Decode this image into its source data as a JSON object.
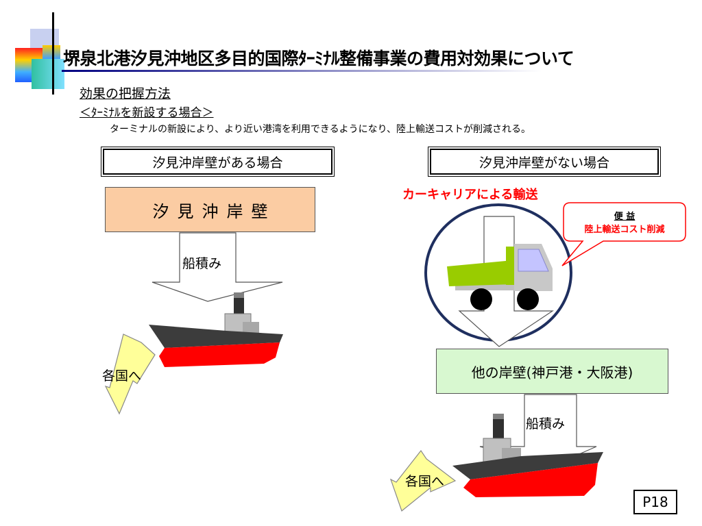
{
  "title": "堺泉北港汐見沖地区多目的国際ﾀｰﾐﾅﾙ整備事業の費用対効果について",
  "section_heading": "効果の把握方法",
  "case_heading": "＜ﾀｰﾐﾅﾙを新設する場合＞",
  "description": "ターミナルの新設により、より近い港湾を利用できるようになり、陸上輸送コストが削減される。",
  "left": {
    "heading": "汐見沖岸壁がある場合",
    "berth_label": "汐見沖岸壁",
    "loading_label": "船積み",
    "destination_label": "各国へ"
  },
  "right": {
    "heading": "汐見沖岸壁がない場合",
    "transport_label": "カーキャリアによる輸送",
    "benefit_title": "便 益",
    "benefit_text": "陸上輸送コスト削減",
    "other_berth_label": "他の岸壁(神戸港・大阪港)",
    "loading_label": "船積み",
    "destination_label": "各国へ"
  },
  "page_number": "P18",
  "colors": {
    "berth_fill": "#fbcca3",
    "other_berth_fill": "#d8f8d0",
    "destination_arrow": "#ffff99",
    "ship_hull": "#ff0000",
    "ship_deck": "#404040",
    "truck_bed": "#99cc00",
    "circle_stroke": "#1f2f5f",
    "highlight_text": "#ff0000"
  },
  "icons": [
    "ship-icon",
    "truck-icon",
    "speech-bubble-icon",
    "down-arrow-icon",
    "destination-arrow-icon"
  ]
}
